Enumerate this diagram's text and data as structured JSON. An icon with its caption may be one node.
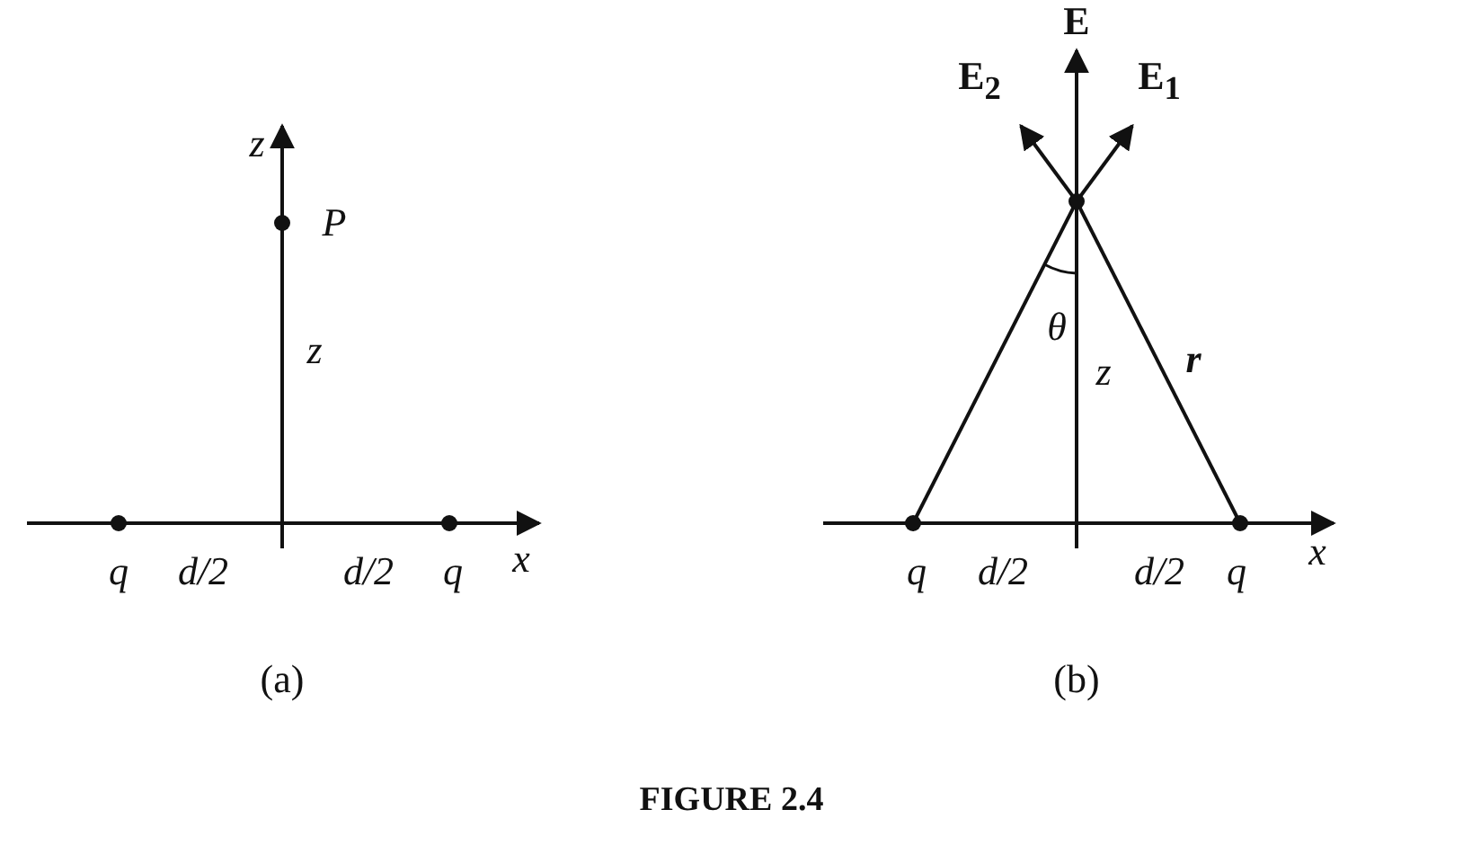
{
  "diagram": {
    "caption": "FIGURE 2.4",
    "labels": [
      "z",
      "P",
      "z",
      "q",
      "d/2",
      "d/2",
      "q",
      "x",
      "(a)",
      "E",
      "E$_{2}$",
      "E$_{1}$",
      "θ",
      "z",
      "r",
      "q",
      "d/2",
      "d/2",
      "q",
      "x",
      "(b)"
    ]
  }
}
